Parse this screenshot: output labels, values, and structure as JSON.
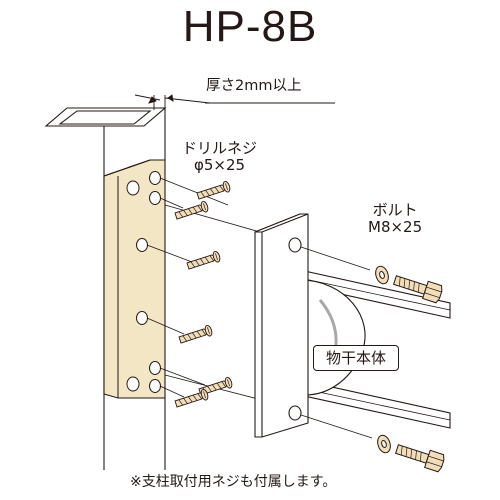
{
  "title": "HP-8B",
  "labels": {
    "thickness": "厚さ2mm以上",
    "drill_screw_name": "ドリルネジ",
    "drill_screw_size": "φ5×25",
    "bolt_name": "ボルト",
    "bolt_size": "M8×25",
    "main_body": "物干本体",
    "note": "※支柱取付用ネジも付属します。"
  },
  "colors": {
    "line": "#231815",
    "plate": "#f3e6c4",
    "screw": "#f1ddb8",
    "gray": "#a8a8a8"
  }
}
